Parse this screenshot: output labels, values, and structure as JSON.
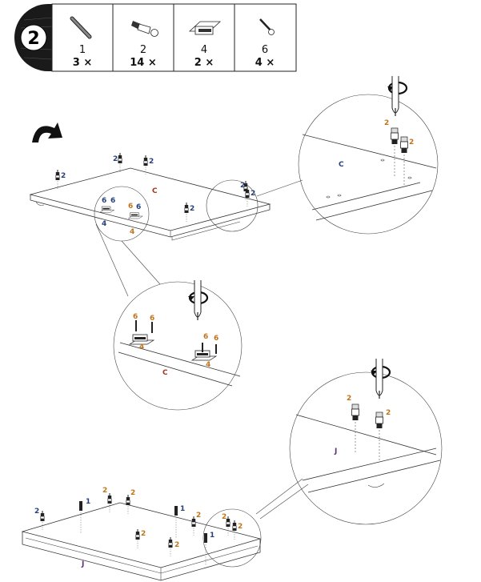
{
  "step": {
    "number": "2"
  },
  "parts": [
    {
      "id": "1",
      "qty": "3 ×",
      "icon": "dowel-icon"
    },
    {
      "id": "2",
      "qty": "14 ×",
      "icon": "cam-bolt-icon"
    },
    {
      "id": "4",
      "qty": "2 ×",
      "icon": "magnetic-catch-icon"
    },
    {
      "id": "6",
      "qty": "4 ×",
      "icon": "screw-icon"
    }
  ],
  "panels": {
    "c": "C",
    "j": "J"
  },
  "labels": {
    "two": "2",
    "one": "1",
    "four": "4",
    "six": "6"
  },
  "colors": {
    "orange": "#c0741a",
    "blue": "#25407a",
    "red": "#a3341f",
    "purple": "#5b2f7a"
  }
}
